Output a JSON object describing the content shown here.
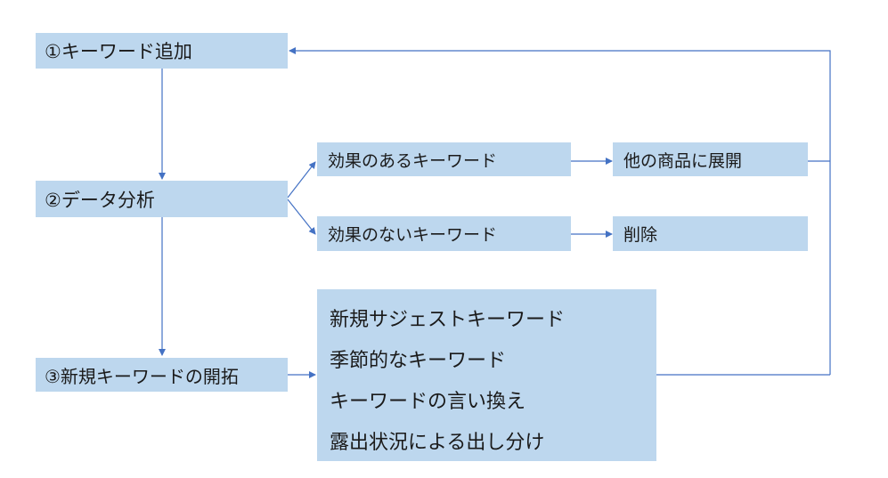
{
  "steps": {
    "add": "①キーワード追加",
    "analyze": "②データ分析",
    "explore": "③新規キーワードの開拓"
  },
  "analysis": {
    "effective": "効果のあるキーワード",
    "ineffective": "効果のないキーワード"
  },
  "actions": {
    "expand": "他の商品に展開",
    "delete": "削除"
  },
  "new_keyword_methods": [
    "新規サジェストキーワード",
    "季節的なキーワード",
    "キーワードの言い換え",
    "露出状況による出し分け"
  ],
  "colors": {
    "box_fill": "#bdd7ee",
    "connector": "#4472c4"
  }
}
